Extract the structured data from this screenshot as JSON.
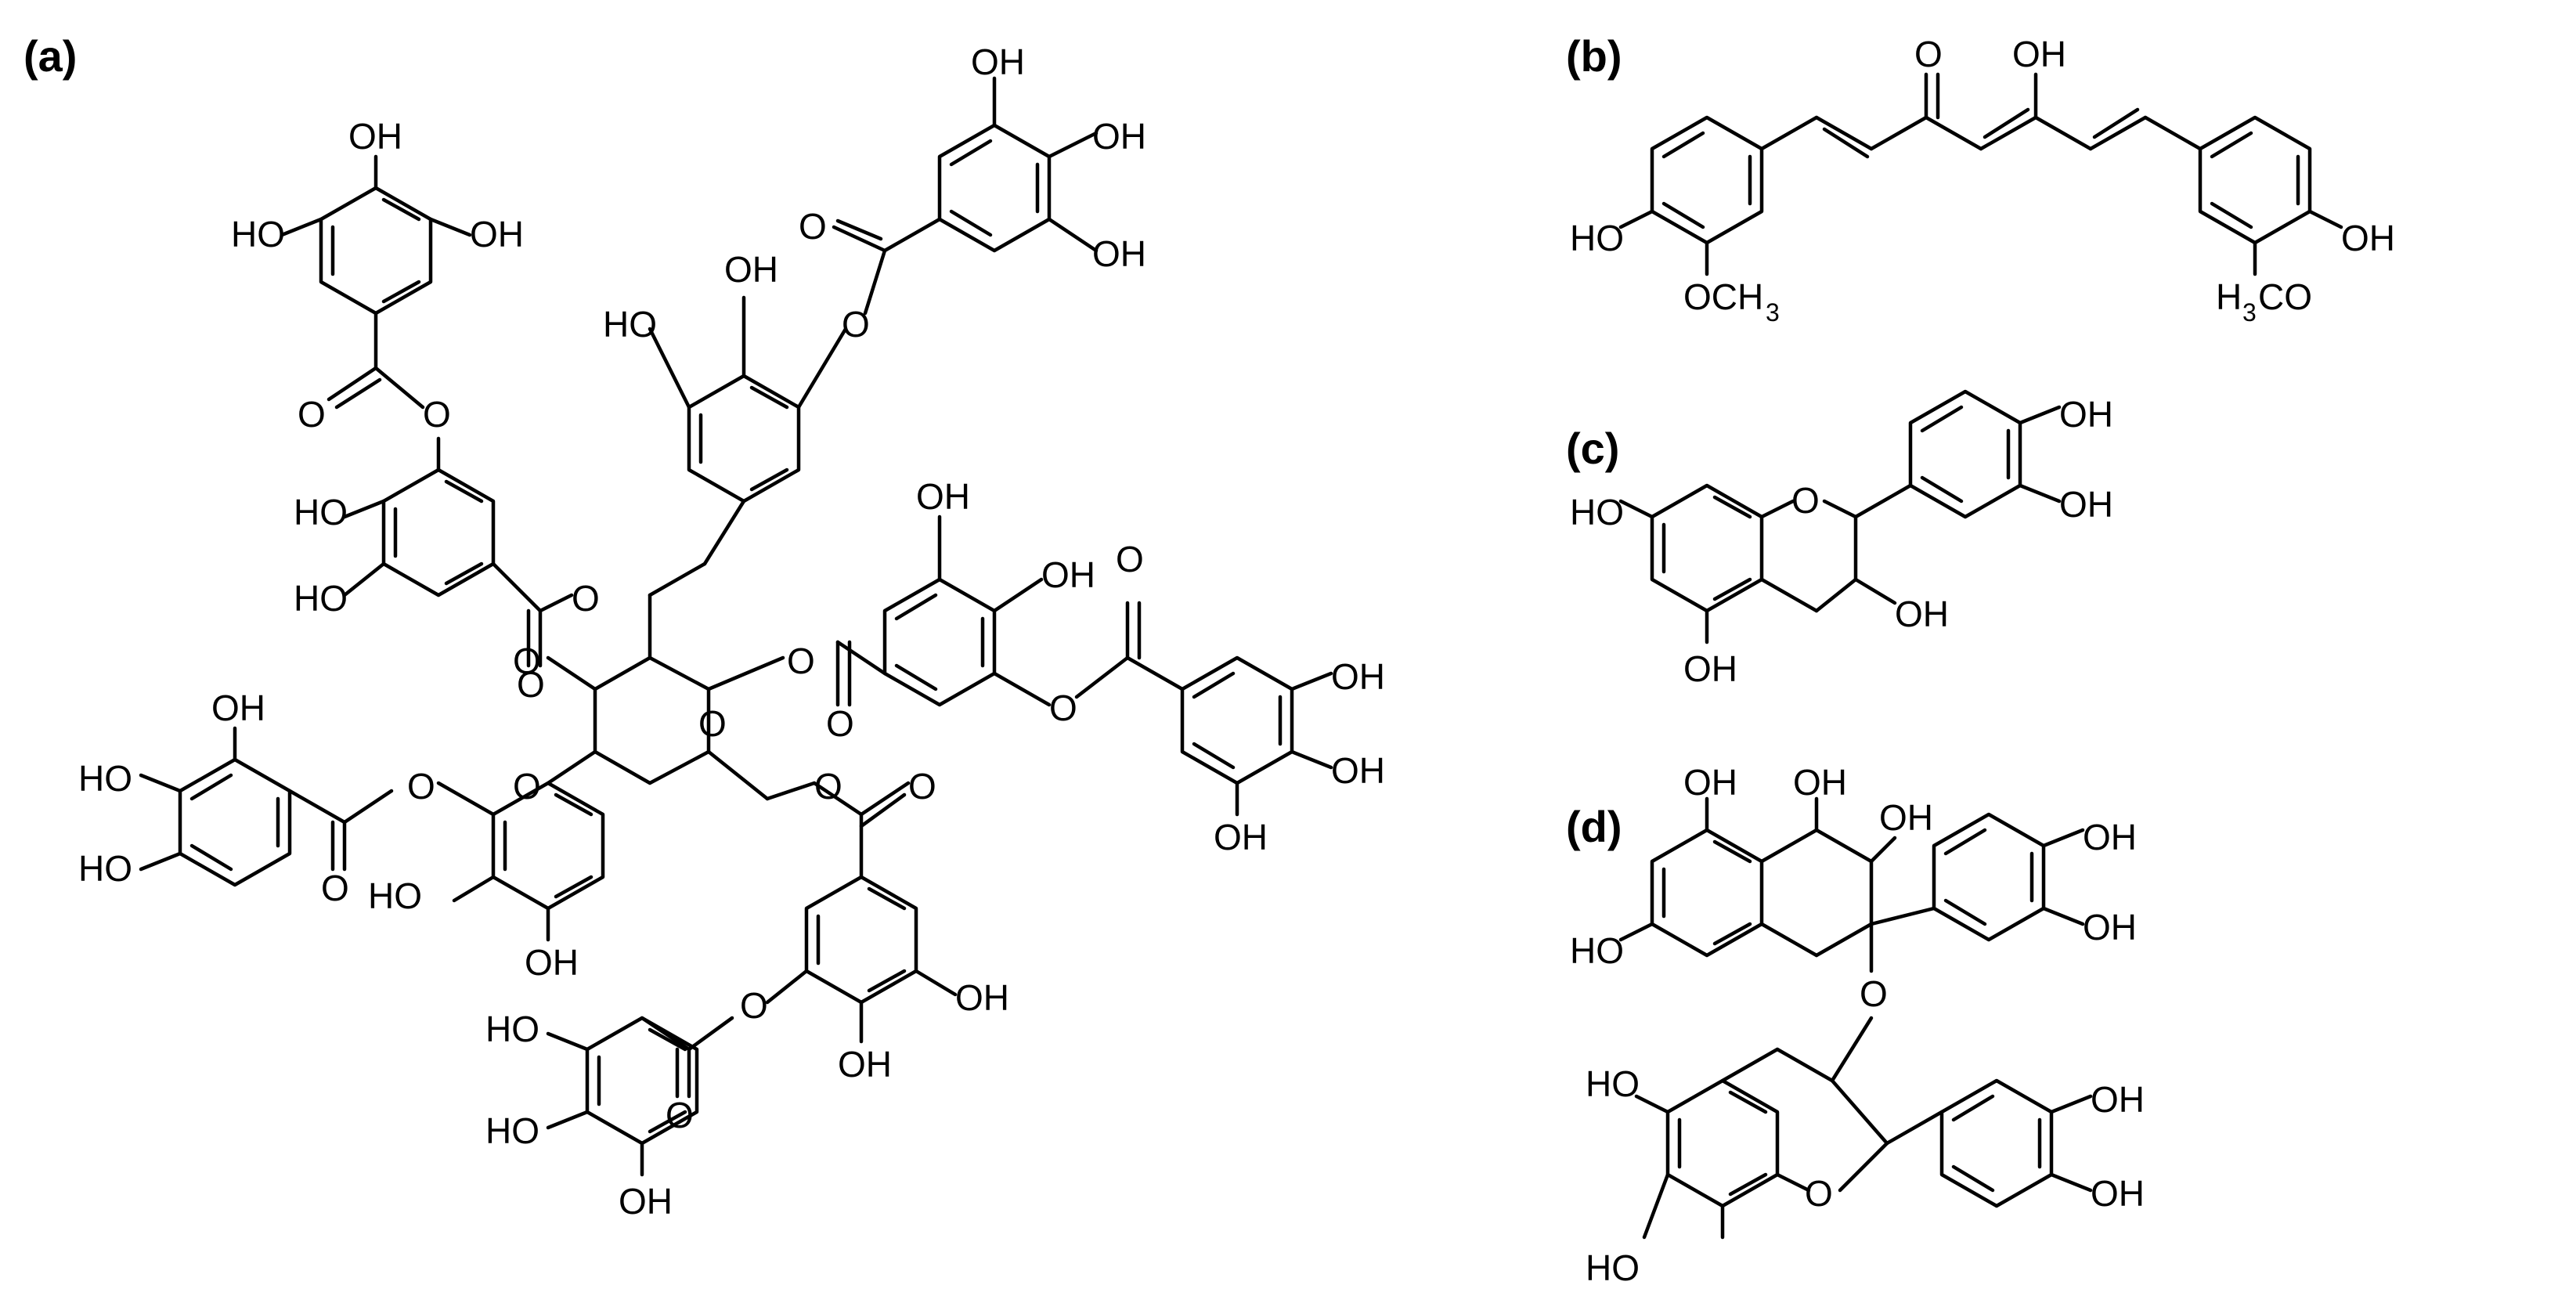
{
  "panels": {
    "a": {
      "label": "(a)"
    },
    "b": {
      "label": "(b)"
    },
    "c": {
      "label": "(c)"
    },
    "d": {
      "label": "(d)"
    }
  },
  "atoms": {
    "oh": "OH",
    "ho": "HO",
    "o": "O",
    "och3_main": "OCH",
    "och3_sub": "3",
    "h3co_h": "H",
    "h3co_sub": "3",
    "h3co_main": "CO"
  },
  "colors": {
    "ink": "#000000",
    "background": "#ffffff"
  }
}
